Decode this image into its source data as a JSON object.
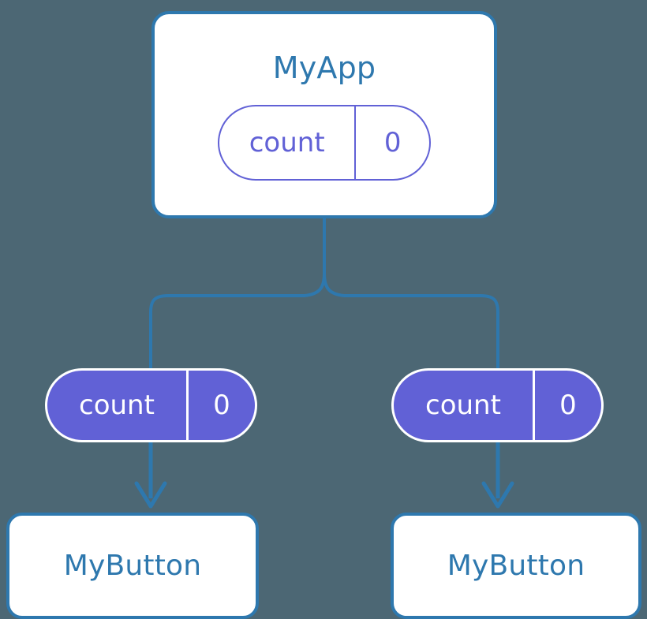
{
  "diagram": {
    "type": "component-tree",
    "background_color": "#4c6774",
    "accent_blue": "#2e78ae",
    "accent_purple": "#6161d6",
    "root": {
      "name": "root-component",
      "title": "MyApp",
      "state": {
        "key": "count",
        "value": "0"
      }
    },
    "children": [
      {
        "name": "child-left",
        "prop": {
          "key": "count",
          "value": "0"
        },
        "component": {
          "title": "MyButton"
        }
      },
      {
        "name": "child-right",
        "prop": {
          "key": "count",
          "value": "0"
        },
        "component": {
          "title": "MyButton"
        }
      }
    ]
  }
}
